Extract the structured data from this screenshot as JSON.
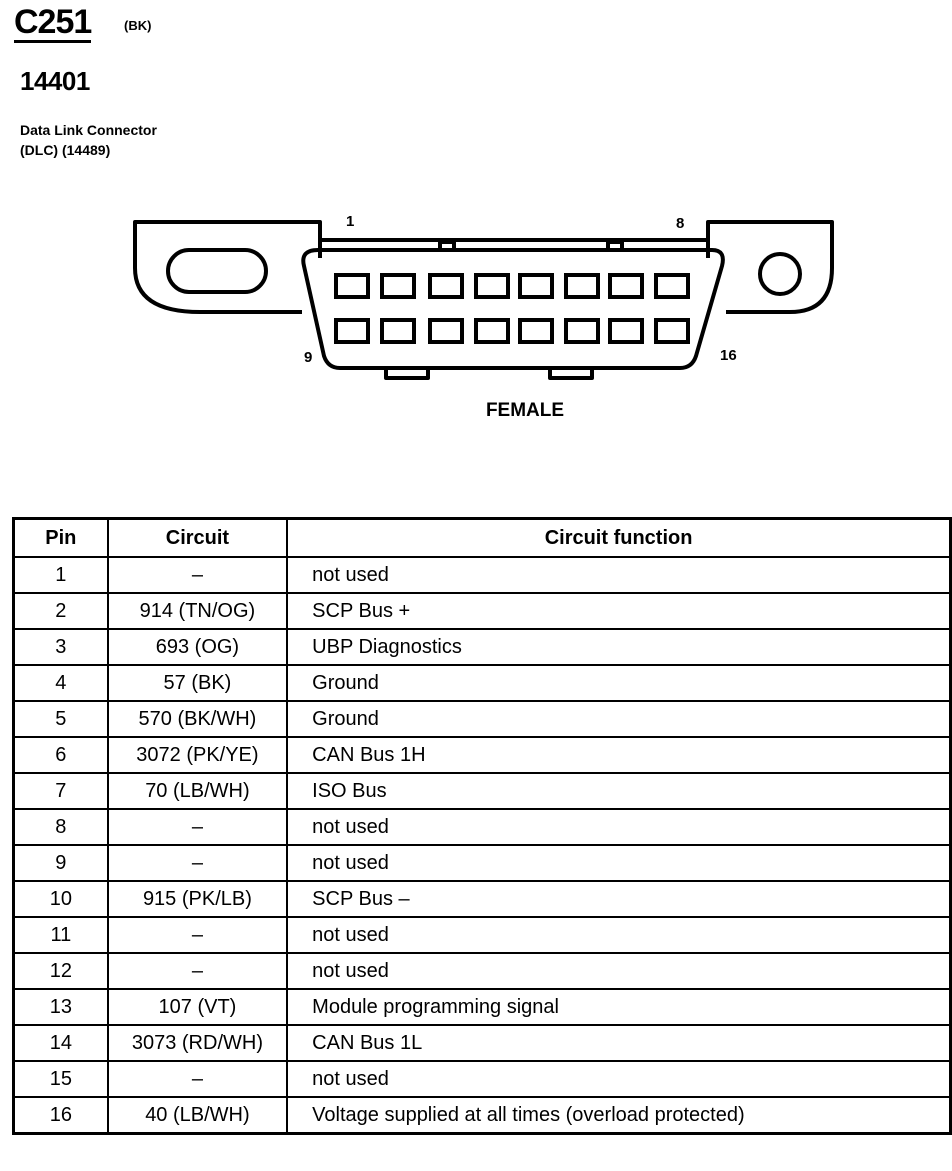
{
  "header": {
    "connector_id": "C251",
    "connector_color": "(BK)",
    "part_number": "14401",
    "description_line1": "Data Link Connector",
    "description_line2": "(DLC) (14489)"
  },
  "diagram": {
    "pin_label_1": "1",
    "pin_label_8": "8",
    "pin_label_9": "9",
    "pin_label_16": "16",
    "gender": "FEMALE"
  },
  "table": {
    "headers": {
      "pin": "Pin",
      "circuit": "Circuit",
      "function": "Circuit function"
    },
    "rows": [
      {
        "pin": "1",
        "circuit": "–",
        "function": "not used"
      },
      {
        "pin": "2",
        "circuit": "914 (TN/OG)",
        "function": "SCP Bus +"
      },
      {
        "pin": "3",
        "circuit": "693 (OG)",
        "function": "UBP Diagnostics"
      },
      {
        "pin": "4",
        "circuit": "57 (BK)",
        "function": "Ground"
      },
      {
        "pin": "5",
        "circuit": "570 (BK/WH)",
        "function": "Ground"
      },
      {
        "pin": "6",
        "circuit": "3072 (PK/YE)",
        "function": "CAN Bus 1H"
      },
      {
        "pin": "7",
        "circuit": "70 (LB/WH)",
        "function": "ISO Bus"
      },
      {
        "pin": "8",
        "circuit": "–",
        "function": "not used"
      },
      {
        "pin": "9",
        "circuit": "–",
        "function": "not used"
      },
      {
        "pin": "10",
        "circuit": "915 (PK/LB)",
        "function": "SCP Bus –"
      },
      {
        "pin": "11",
        "circuit": "–",
        "function": "not used"
      },
      {
        "pin": "12",
        "circuit": "–",
        "function": "not used"
      },
      {
        "pin": "13",
        "circuit": "107 (VT)",
        "function": "Module programming signal"
      },
      {
        "pin": "14",
        "circuit": "3073 (RD/WH)",
        "function": "CAN Bus 1L"
      },
      {
        "pin": "15",
        "circuit": "–",
        "function": "not used"
      },
      {
        "pin": "16",
        "circuit": "40 (LB/WH)",
        "function": "Voltage supplied at all times (overload protected)"
      }
    ]
  }
}
